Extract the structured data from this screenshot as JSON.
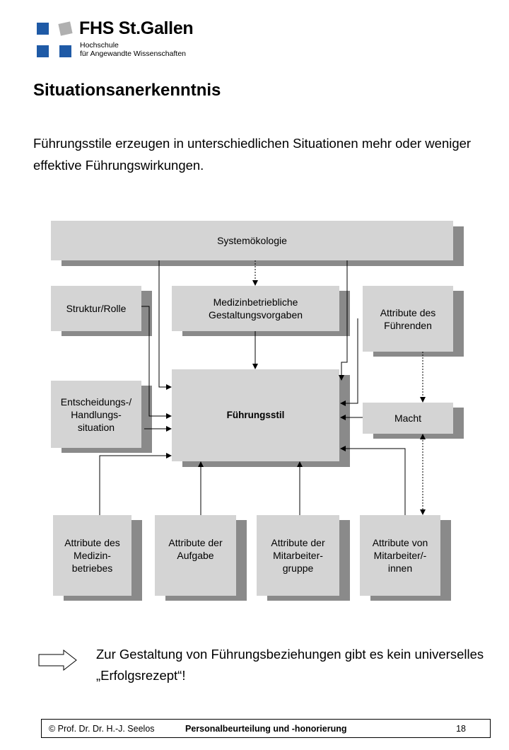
{
  "header": {
    "logo_name": "FHS St.Gallen",
    "logo_line1": "Hochschule",
    "logo_line2": "für Angewandte Wissenschaften"
  },
  "title": "Situationsanerkenntnis",
  "intro_text": "Führungsstile erzeugen in unterschiedlichen Situationen mehr oder weniger effektive Führungswirkungen.",
  "diagram": {
    "systemoekologie": "Systemökologie",
    "struktur_rolle": "Struktur/Rolle",
    "gestaltung": [
      "Medizinbetriebliche",
      "Gestaltungsvorgaben"
    ],
    "attribute_fuehrende": [
      "Attribute des",
      "Führenden"
    ],
    "entscheidung": [
      "Entscheidungs-/",
      "Handlungs-",
      "situation"
    ],
    "fuehrungsstil": "Führungsstil",
    "macht": "Macht",
    "attr_medizin": [
      "Attribute des",
      "Medizin-",
      "betriebes"
    ],
    "attr_aufgabe": [
      "Attribute der",
      "Aufgabe"
    ],
    "attr_gruppe": [
      "Attribute der",
      "Mitarbeiter-",
      "gruppe"
    ],
    "attr_mitarbeiter": [
      "Attribute von",
      "Mitarbeiter/-",
      "innen"
    ]
  },
  "conclusion": "Zur Gestaltung von Führungsbeziehungen gibt es kein universelles „Erfolgsrezept“!",
  "footer": {
    "copyright": "© Prof. Dr. Dr. H.-J. Seelos",
    "course": "Personalbeurteilung und -honorierung",
    "page": "18"
  },
  "colors": {
    "logo_blue": "#1f5aa6",
    "logo_grey": "#b0b0b0",
    "box_fill": "#d4d4d4",
    "box_shadow": "#8a8a8a"
  }
}
